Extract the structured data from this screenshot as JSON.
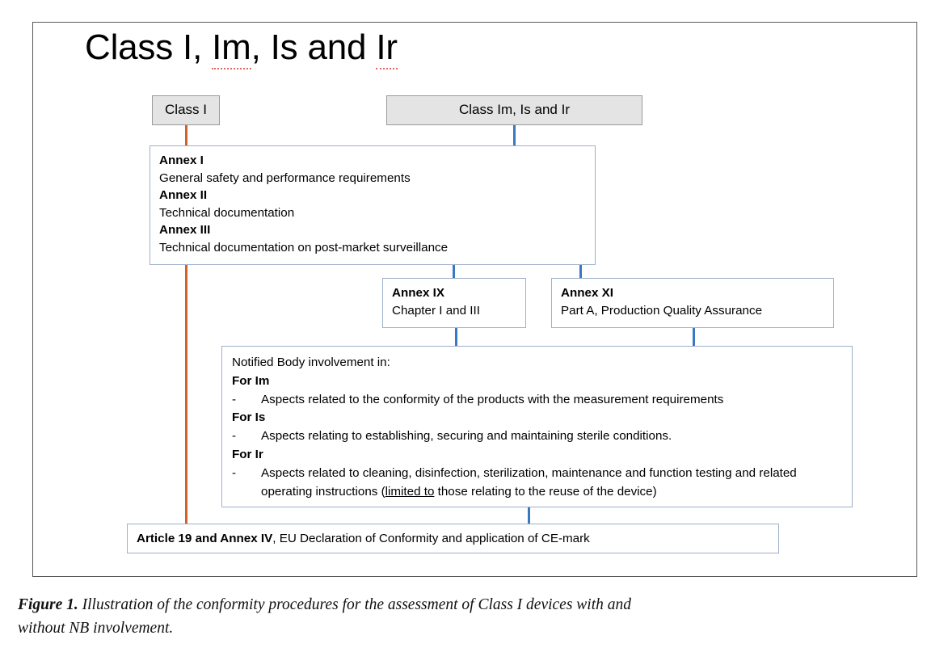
{
  "diagram": {
    "title": "Class I, Im, Is and Ir",
    "title_parts": [
      {
        "text": "Class I, ",
        "spellcheck": false
      },
      {
        "text": "Im",
        "spellcheck": true
      },
      {
        "text": ", Is and ",
        "spellcheck": false
      },
      {
        "text": "Ir",
        "spellcheck": true
      }
    ],
    "nodes": {
      "class_i": {
        "label": "Class I"
      },
      "class_imsr": {
        "label": "Class Im, Is and Ir"
      },
      "annexes": {
        "lines": [
          {
            "title": "Annex I",
            "text": "General safety and performance requirements"
          },
          {
            "title": "Annex II",
            "text": "Technical documentation"
          },
          {
            "title": "Annex III",
            "text": "Technical documentation on post-market surveillance"
          }
        ]
      },
      "annex_ix": {
        "title": "Annex IX",
        "text": "Chapter I and III"
      },
      "annex_xi": {
        "title": "Annex XI",
        "text": "Part A, Production Quality Assurance"
      },
      "notified_body": {
        "intro": "Notified Body involvement in:",
        "groups": [
          {
            "heading": "For Im",
            "dash": "-",
            "bullet": "Aspects related to the conformity of the products with the measurement requirements"
          },
          {
            "heading": "For Is",
            "dash": "-",
            "bullet": "Aspects relating to establishing, securing and maintaining sterile conditions."
          },
          {
            "heading": "For Ir",
            "dash": "-",
            "bullet_pre": "Aspects related to cleaning, disinfection, sterilization, maintenance and function testing and related operating instructions (",
            "bullet_underline": "limited to",
            "bullet_post": " those relating to the reuse of the device)"
          }
        ]
      },
      "article": {
        "bold": "Article 19 and Annex IV",
        "rest": ", EU Declaration of Conformity and application of CE-mark"
      }
    },
    "colors": {
      "connector_blue": "#3a78c3",
      "connector_orange": "#d2622a",
      "box_border": "#9fb0c9",
      "grey_fill": "#e4e4e4",
      "frame_border": "#595959",
      "spellcheck_red": "#e06666"
    }
  },
  "caption": {
    "label": "Figure 1.",
    "line1": " Illustration of the conformity procedures for the assessment of Class I devices with and",
    "line2": "without NB involvement."
  }
}
